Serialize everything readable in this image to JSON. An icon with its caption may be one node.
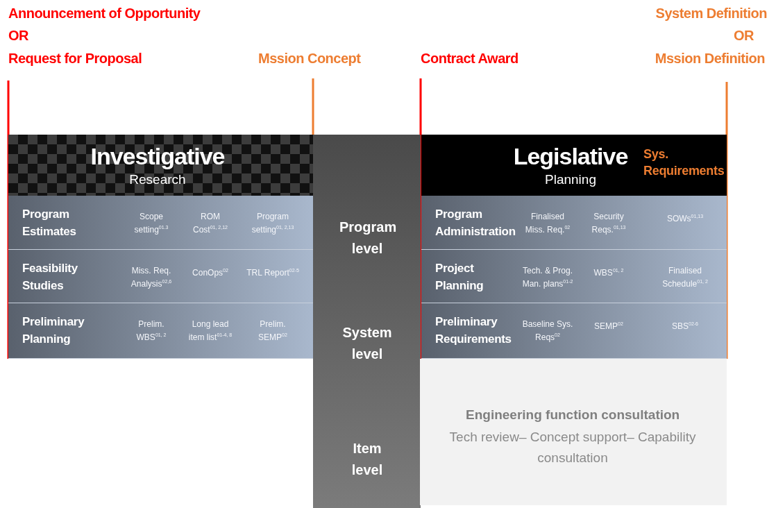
{
  "diagram": {
    "nodes": [
      {
        "text": [
          "Investigative",
          "Research"
        ]
      },
      {
        "text": [
          "Program Estimates",
          "Scope setting$^{01.3}$",
          "ROM Cost$^{01, 2,12}$",
          "Program setting$^{01, 2,13}$"
        ]
      },
      {
        "text": [
          "Feasibility Studies",
          "Miss. Req. Analysis$^{02,6}$",
          "ConOps$^{02}$",
          "TRL Report$^{02-5}$"
        ]
      },
      {
        "text": [
          "Preliminary Planning",
          "Prelim. WBS$^{01, 2}$",
          "Long lead item list$^{01-4, 8}$",
          "Prelim. SEMP$^{02}$"
        ]
      },
      {
        "text": [],
        "shape": "bar"
      },
      {
        "text": [
          "Program level"
        ],
        "in": 4
      },
      {
        "text": [
          "System level"
        ],
        "in": 4
      },
      {
        "text": [
          "Item level"
        ],
        "in": 4
      },
      {
        "text": [
          "Legislative",
          "Planning"
        ]
      },
      {
        "text": [
          "Sys. Requirements"
        ],
        "in": 8
      },
      {
        "text": [
          "Program Administration",
          "Finalised Miss. Req.$^{02}$",
          "Security Reqs.$^{01,13}$",
          "SOWs$^{01,13}$"
        ]
      },
      {
        "text": [
          "Project Planning",
          "Tech. & Prog. Man. plans$^{01-2}$",
          "WBS$^{01, 2}$",
          "Finalised Schedule$^{01, 2}$"
        ]
      },
      {
        "text": [
          "Preliminary Requirements",
          "Baseline Sys. Reqs$^{02}$",
          "SEMP$^{02}$",
          "SBS$^{02-6}$"
        ]
      },
      {
        "text": [
          "Engineering function consultation",
          "Tech review– Concept support– Capability consultation"
        ]
      }
    ],
    "edges": [],
    "labels": [
      "Announcement of Opportunity",
      "System Definition",
      "OR",
      "OR",
      "Request for Proposal",
      "Mssion Concept",
      "Contract Award",
      "Mssion Definition"
    ]
  }
}
